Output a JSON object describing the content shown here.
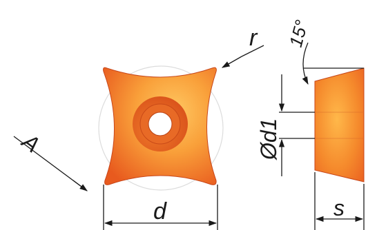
{
  "labels": {
    "radius": "r",
    "angle": "15°",
    "diameter_hole": "Ød1",
    "width": "d",
    "thickness": "s",
    "edge": "A"
  },
  "colors": {
    "insert_dark": "#e8551c",
    "insert_mid": "#f48a2a",
    "insert_light": "#ffc25a",
    "hole": "#ffffff",
    "line": "#1a1a1a",
    "guide_circle": "#d9d9d9"
  }
}
